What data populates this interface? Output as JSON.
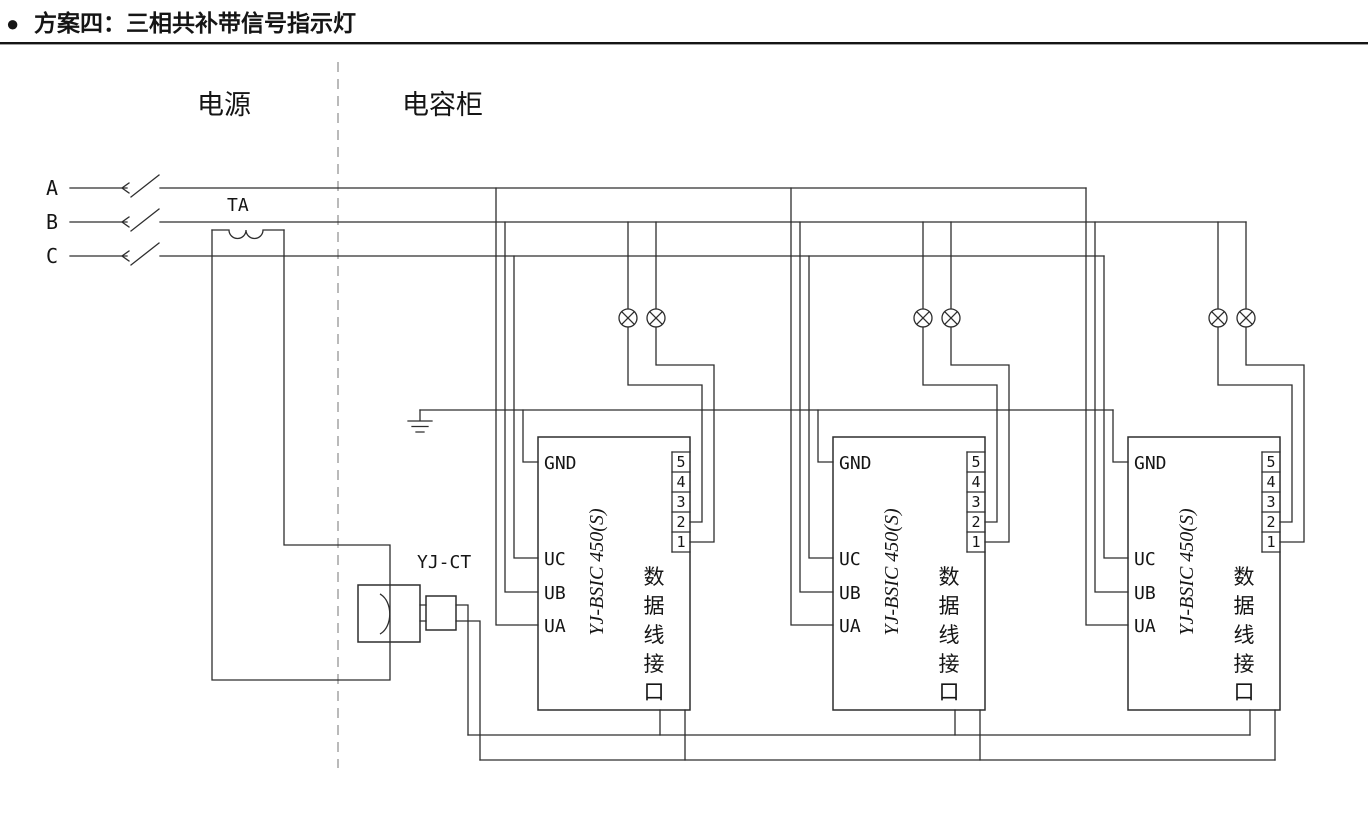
{
  "title": {
    "bullet": "●",
    "text": "方案四：三相共补带信号指示灯"
  },
  "sections": {
    "power_label": "电源",
    "cabinet_label": "电容柜"
  },
  "phases": {
    "labels": [
      "A",
      "B",
      "C"
    ]
  },
  "current_transformer": {
    "label": "TA"
  },
  "ct_sampler": {
    "label": "YJ-CT"
  },
  "modules": [
    {
      "model": "YJ-BSIC 450(S)",
      "gnd_label": "GND",
      "input_labels": [
        "UC",
        "UB",
        "UA"
      ],
      "pin_labels": [
        "5",
        "4",
        "3",
        "2",
        "1"
      ],
      "interface_label": "数据线接口"
    },
    {
      "model": "YJ-BSIC 450(S)",
      "gnd_label": "GND",
      "input_labels": [
        "UC",
        "UB",
        "UA"
      ],
      "pin_labels": [
        "5",
        "4",
        "3",
        "2",
        "1"
      ],
      "interface_label": "数据线接口"
    },
    {
      "model": "YJ-BSIC 450(S)",
      "gnd_label": "GND",
      "input_labels": [
        "UC",
        "UB",
        "UA"
      ],
      "pin_labels": [
        "5",
        "4",
        "3",
        "2",
        "1"
      ],
      "interface_label": "数据线接口"
    }
  ],
  "colors": {
    "wire": "#2e2e2e",
    "text": "#151515",
    "divider_dashed": "#9c9c9c",
    "background": "#ffffff"
  }
}
